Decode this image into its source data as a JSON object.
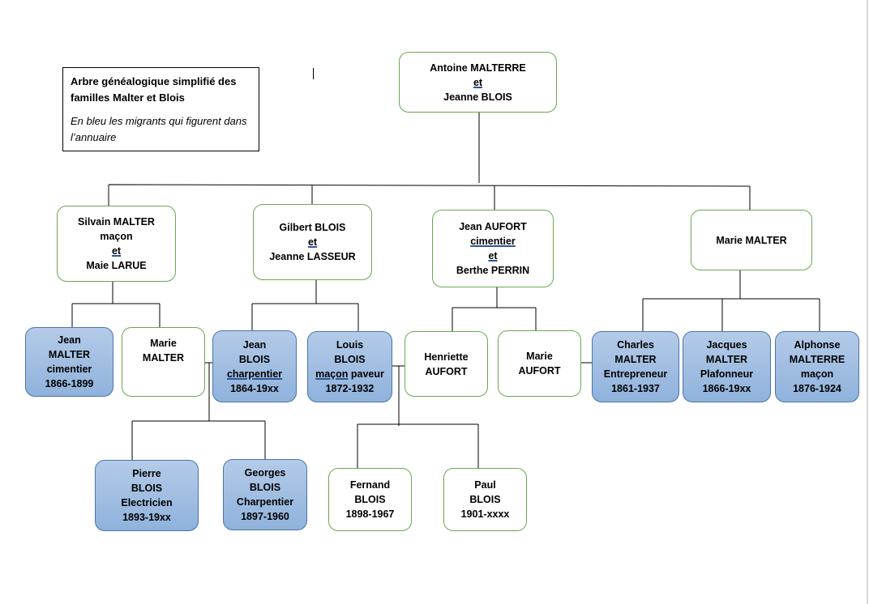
{
  "caption": {
    "title": "Arbre généalogique simplifié des familles Malter et Blois",
    "subtitle": "En bleu les migrants qui figurent dans l’annuaire"
  },
  "colors": {
    "migrant_fill": "#8fb2dc",
    "migrant_border": "#4a74ad",
    "box_border": "#6aa84f"
  },
  "nodes": {
    "antoine": {
      "line1": "Antoine MALTERRE",
      "line2": "et",
      "line3": "Jeanne BLOIS"
    },
    "silvain": {
      "line1": "Silvain MALTER",
      "line2": "maçon",
      "line3": "et",
      "line4": "Maie LARUE"
    },
    "gilbert": {
      "line1": "Gilbert BLOIS",
      "line2": "et",
      "line3": "Jeanne LASSEUR"
    },
    "aufort": {
      "line1": "Jean AUFORT",
      "line2": "cimentier",
      "line3": "et",
      "line4": "Berthe PERRIN"
    },
    "marie_malter_top": {
      "line1": "Marie MALTER"
    },
    "jean_malter": {
      "line1": "Jean",
      "line2": "MALTER",
      "line3": "cimentier",
      "line4": "1866-1899",
      "migrant": true
    },
    "marie_malter_child": {
      "line1": "Marie",
      "line2": "MALTER"
    },
    "jean_blois": {
      "line1": "Jean",
      "line2": "BLOIS",
      "line3": "charpentier",
      "line4": "1864-19xx",
      "migrant": true
    },
    "louis_blois": {
      "line1": "Louis",
      "line2": "BLOIS",
      "line3a": "maçon",
      "line3b": " paveur",
      "line4": "1872-1932",
      "migrant": true
    },
    "henriette": {
      "line1": "Henriette",
      "line2": "AUFORT"
    },
    "marie_aufort": {
      "line1": "Marie",
      "line2": "AUFORT"
    },
    "charles": {
      "line1": "Charles",
      "line2": "MALTER",
      "line3": "Entrepreneur",
      "line4": "1861-1937",
      "migrant": true
    },
    "jacques": {
      "line1": "Jacques",
      "line2": "MALTER",
      "line3": "Plafonneur",
      "line4": "1866-19xx",
      "migrant": true
    },
    "alphonse": {
      "line1": "Alphonse",
      "line2": "MALTERRE",
      "line3": "maçon",
      "line4": "1876-1924",
      "migrant": true
    },
    "pierre": {
      "line1": "Pierre",
      "line2": "BLOIS",
      "line3": "Electricien",
      "line4": "1893-19xx",
      "migrant": true
    },
    "georges": {
      "line1": "Georges",
      "line2": "BLOIS",
      "line3": "Charpentier",
      "line4": "1897-1960",
      "migrant": true
    },
    "fernand": {
      "line1": "Fernand",
      "line2": "BLOIS",
      "line3": "1898-1967"
    },
    "paul": {
      "line1": "Paul",
      "line2": "BLOIS",
      "line3": "1901-xxxx"
    }
  }
}
